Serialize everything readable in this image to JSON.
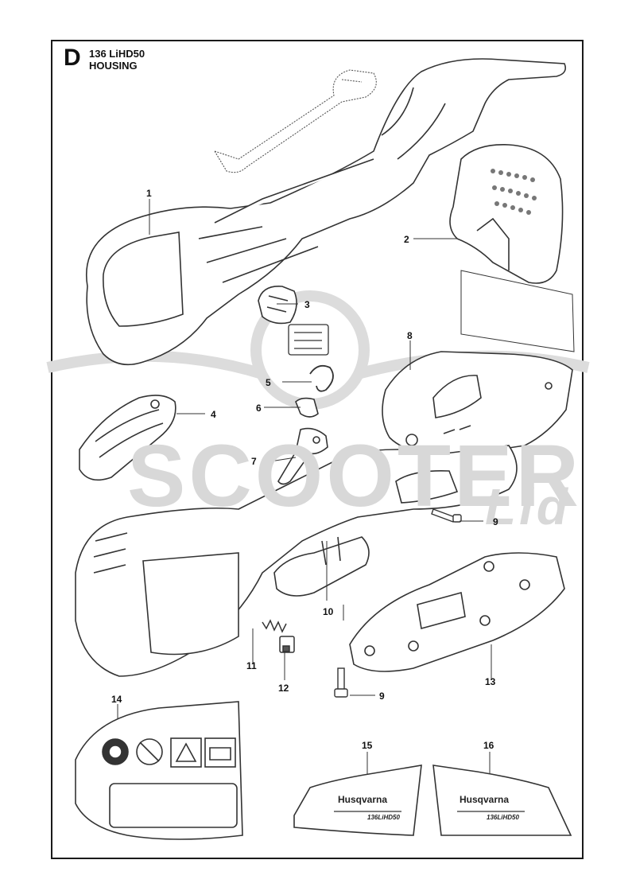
{
  "header": {
    "sheet_letter": "D",
    "model": "136 LiHD50",
    "section": "HOUSING"
  },
  "callouts": [
    "1",
    "2",
    "3",
    "4",
    "5",
    "6",
    "7",
    "8",
    "9",
    "10",
    "11",
    "12",
    "9",
    "13",
    "14",
    "15",
    "16"
  ],
  "watermark": {
    "text": "SCOOTER",
    "script": "Lid"
  },
  "decals": {
    "brand": "Husqvarna",
    "model_code": "136LiHD50"
  },
  "colors": {
    "line": "#333333",
    "watermark": "#d6d6d6",
    "background": "#ffffff"
  }
}
